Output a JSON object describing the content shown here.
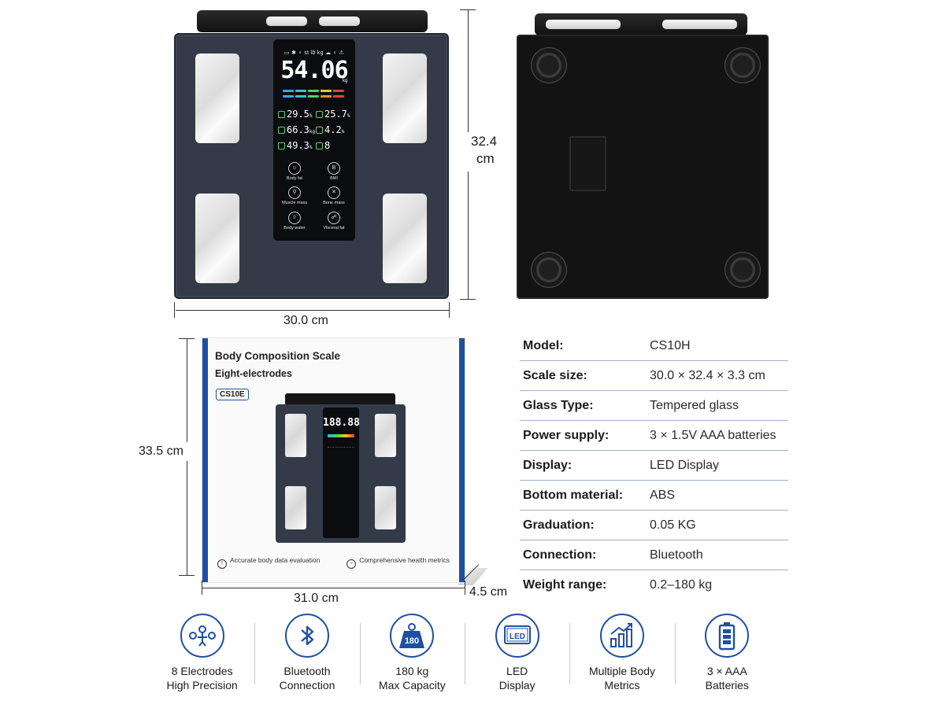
{
  "dimensions": {
    "scale_width": "30.0 cm",
    "scale_depth": "32.4",
    "scale_depth_unit": "cm",
    "box_height": "33.5 cm",
    "box_width": "31.0 cm",
    "box_depth": "4.5 cm"
  },
  "display": {
    "status_icons": "▭ ✱ ♀ st lb kg ☁ ♀ ⚠",
    "weight": "54.06",
    "weight_unit": "kg",
    "metrics": [
      {
        "value": "29.5",
        "unit": "%"
      },
      {
        "value": "25.7",
        "unit": "%"
      },
      {
        "value": "66.3",
        "unit": "kg"
      },
      {
        "value": "4.2",
        "unit": "%"
      },
      {
        "value": "49.3",
        "unit": "%"
      },
      {
        "value": "8",
        "unit": ""
      }
    ],
    "icons": [
      "Body fat",
      "BMI",
      "Muscle mass",
      "Bone mass",
      "Body water",
      "Visceral fat"
    ],
    "bar_colors": [
      "#3aa6ff",
      "#35c2d8",
      "#4fd15d",
      "#f2c230",
      "#f08a2c",
      "#e8403c"
    ]
  },
  "box": {
    "title": "Body Composition Scale",
    "subtitle": "Eight-electrodes",
    "model": "CS10E",
    "display_number": "188.88",
    "feature_left": "Accurate body data evaluation",
    "feature_right": "Comprehensive health metrics"
  },
  "specs": [
    {
      "label": "Model:",
      "value": "CS10H"
    },
    {
      "label": "Scale size:",
      "value": "30.0 × 32.4 × 3.3 cm"
    },
    {
      "label": "Glass Type:",
      "value": "Tempered glass"
    },
    {
      "label": "Power supply:",
      "value": "3 × 1.5V AAA batteries"
    },
    {
      "label": "Display:",
      "value": "LED Display"
    },
    {
      "label": "Bottom material:",
      "value": "ABS"
    },
    {
      "label": "Graduation:",
      "value": "0.05 KG"
    },
    {
      "label": "Connection:",
      "value": "Bluetooth"
    },
    {
      "label": "Weight range:",
      "value": "0.2–180 kg"
    }
  ],
  "features": [
    {
      "line1": "8 Electrodes",
      "line2": "High Precision",
      "icon": "electrodes-icon"
    },
    {
      "line1": "Bluetooth",
      "line2": "Connection",
      "icon": "bluetooth-icon"
    },
    {
      "line1": "180 kg",
      "line2": "Max Capacity",
      "icon": "weight-icon",
      "badge": "180"
    },
    {
      "line1": "LED",
      "line2": "Display",
      "icon": "led-icon",
      "badge": "LED"
    },
    {
      "line1": "Multiple Body",
      "line2": "Metrics",
      "icon": "metrics-icon"
    },
    {
      "line1": "3 × AAA",
      "line2": "Batteries",
      "icon": "battery-icon"
    }
  ],
  "colors": {
    "accent": "#1f4fa3",
    "scale_glass": "#333b48",
    "divider": "#9fb2cc"
  }
}
